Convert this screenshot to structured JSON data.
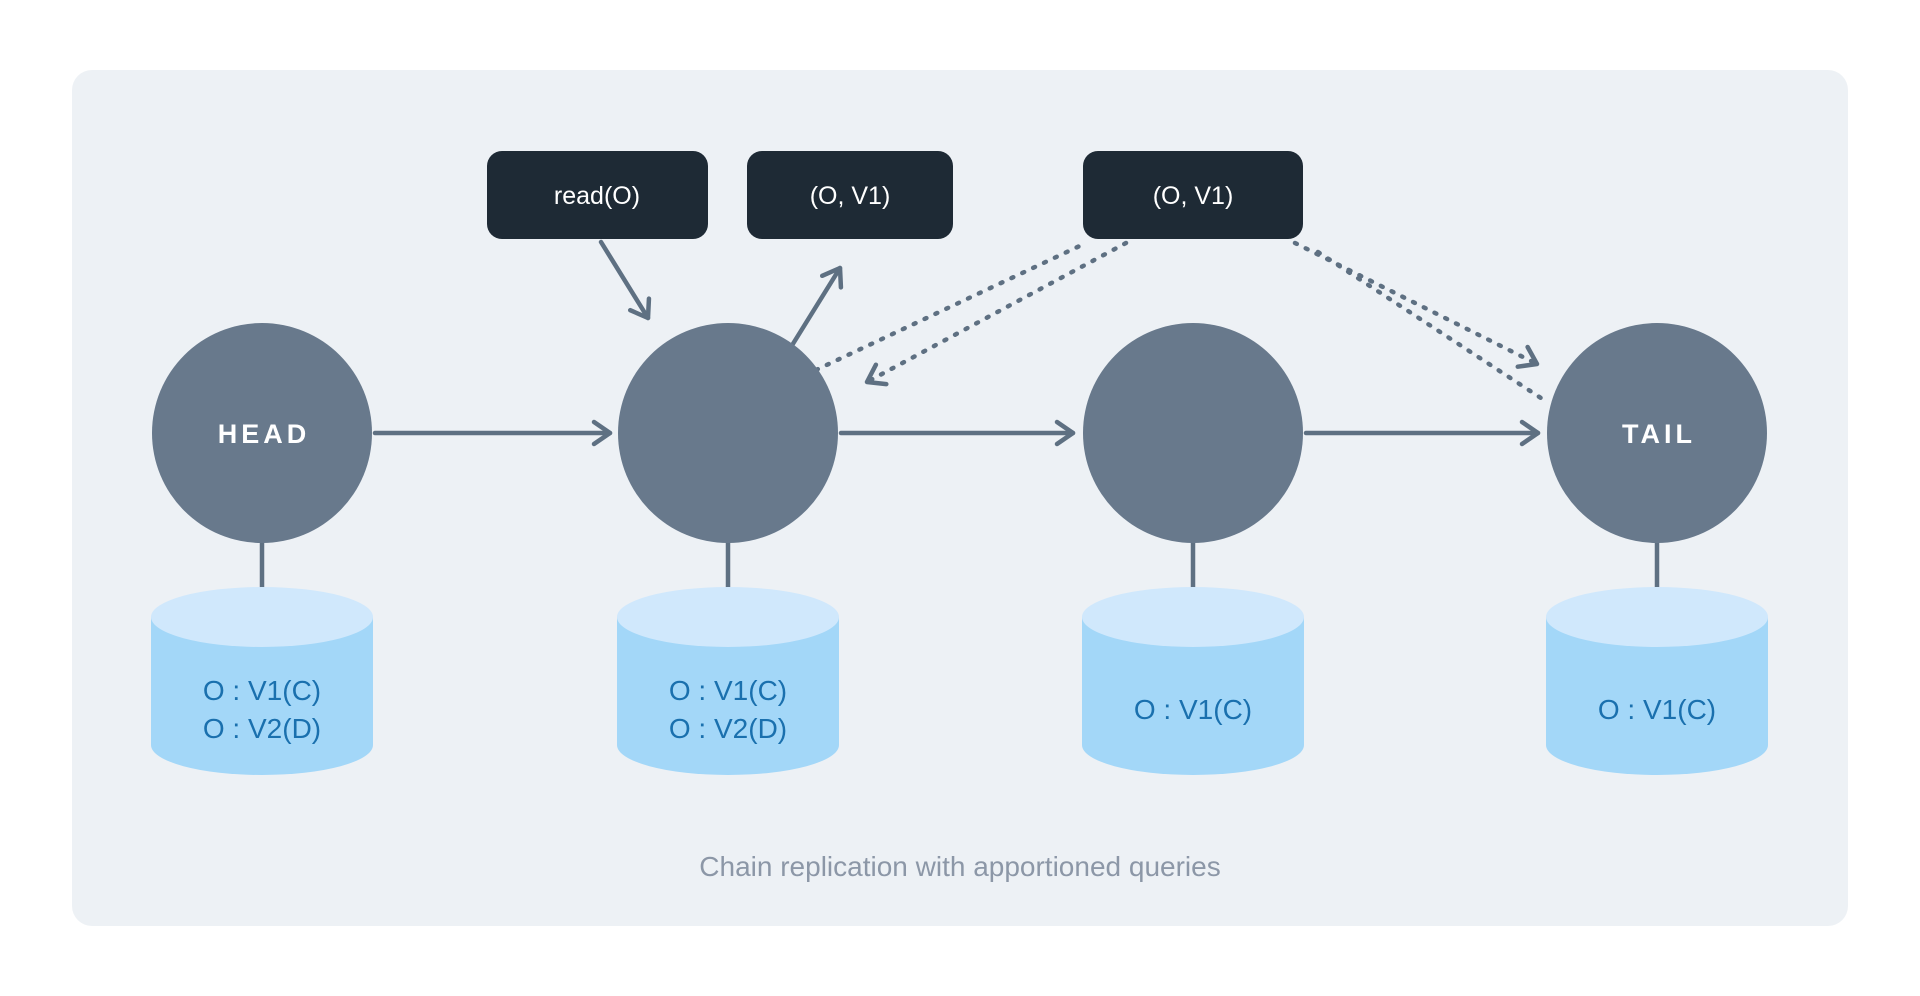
{
  "diagram": {
    "caption": "Chain replication with apportioned queries",
    "messages": [
      {
        "label": "read(O)"
      },
      {
        "label": "(O, V1)"
      },
      {
        "label": "(O, V1)"
      }
    ],
    "nodes": [
      {
        "label": "HEAD",
        "storage": [
          "O : V1(C)",
          "O : V2(D)"
        ]
      },
      {
        "label": "",
        "storage": [
          "O : V1(C)",
          "O : V2(D)"
        ]
      },
      {
        "label": "",
        "storage": [
          "O : V1(C)"
        ]
      },
      {
        "label": "TAIL",
        "storage": [
          "O : V1(C)"
        ]
      }
    ]
  },
  "colors": {
    "panel_bg": "#edf1f5",
    "node_fill": "#68798c",
    "node_text": "#ffffff",
    "message_bg": "#1e2a35",
    "message_text": "#ffffff",
    "storage_body": "#a3d7f8",
    "storage_top": "#d0e8fc",
    "storage_text": "#1a70ae",
    "line": "#5e7082",
    "caption": "#8c97a7"
  }
}
